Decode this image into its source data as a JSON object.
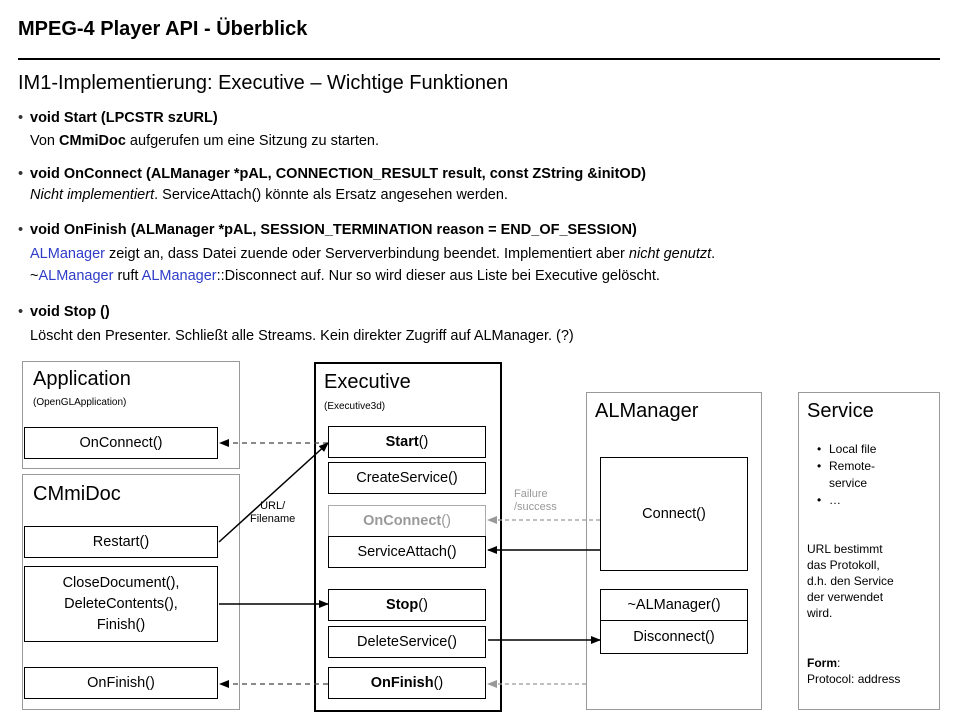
{
  "title": "MPEG-4 Player API - Überblick",
  "subtitle": "IM1-Implementierung: Executive – Wichtige Funktionen",
  "bullets": {
    "start": {
      "head": "void Start (LPCSTR szURL)",
      "desc_pre": "Von ",
      "desc_bold": "CMmiDoc",
      "desc_post": " aufgerufen um eine Sitzung zu starten."
    },
    "onconnect": {
      "head": "void OnConnect  (ALManager *pAL,  CONNECTION_RESULT result,  const ZString &initOD)",
      "desc_it": "Nicht implementiert",
      "desc_post": ". ServiceAttach() könnte als Ersatz angesehen werden."
    },
    "onfinish": {
      "head": "void OnFinish (ALManager *pAL,  SESSION_TERMINATION reason = END_OF_SESSION)",
      "l1_blue": "ALManager",
      "l1_mid": " zeigt an, dass Datei zuende oder Serververbindung beendet. Implementiert aber ",
      "l1_it": "nicht genutzt",
      "l1_end": ".",
      "l2_tilde": "~",
      "l2_blue1": "ALManager",
      "l2_mid1": " ruft ",
      "l2_blue2": "ALManager",
      "l2_mid2": "::Disconnect auf. Nur so wird dieser aus Liste bei Executive gelöscht."
    },
    "stop": {
      "head": "void Stop ()",
      "desc": "Löscht den Presenter. Schließt alle Streams. Kein direkter Zugriff auf ALManager. (?)"
    }
  },
  "diagram": {
    "application": {
      "title": "Application",
      "subtitle": "(OpenGLApplication)",
      "onconnect": "OnConnect()"
    },
    "cmmidoc": {
      "title": "CMmiDoc",
      "restart": "Restart()",
      "close": "CloseDocument(),\nDeleteContents(),\nFinish()",
      "onfinish": "OnFinish()"
    },
    "executive": {
      "title": "Executive",
      "subtitle": "(Executive3d)",
      "start_b": "Start",
      "start_p": "()",
      "createservice": "CreateService()",
      "onconnect_b": "OnConnect",
      "onconnect_p": "()",
      "serviceattach": "ServiceAttach()",
      "stop_b": "Stop",
      "stop_p": "()",
      "deleteservice": "DeleteService()",
      "onfinish_b": "OnFinish",
      "onfinish_p": "()"
    },
    "almanager": {
      "title": "ALManager",
      "connect": "Connect()",
      "destructor": "~ALManager()",
      "disconnect": "Disconnect()"
    },
    "service": {
      "title": "Service",
      "items": [
        "Local file",
        "Remote-\nservice",
        "…"
      ],
      "note": "URL bestimmt\ndas Protokoll,\nd.h. den Service\nder verwendet\nwird.",
      "form_label": "Form",
      "form_colon": ":",
      "form_value": "Protocol: address"
    },
    "labels": {
      "url_filename": "URL/\nFilename",
      "failure_success": "Failure\n/success"
    }
  },
  "colors": {
    "blue_text": "#2e3cc8",
    "gray_box": "#aaaaaa",
    "panel_border": "#999999"
  }
}
